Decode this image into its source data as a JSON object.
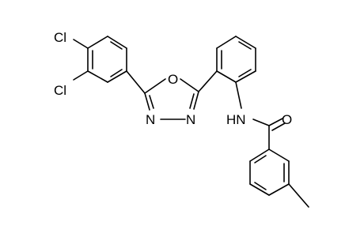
{
  "molecule": {
    "atom_labels": {
      "cl_top": "Cl",
      "cl_mid": "Cl",
      "oxygen_ring": "O",
      "nitrogen_left": "N",
      "nitrogen_right": "N",
      "amide_nh": "HN",
      "carbonyl_o": "O"
    },
    "colors": {
      "bond": "#000000",
      "text": "#000000",
      "background": "#ffffff"
    }
  }
}
